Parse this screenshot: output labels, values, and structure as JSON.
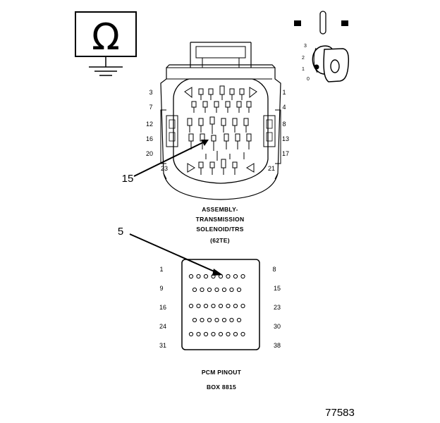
{
  "ohmmeter": {
    "symbol": "Ω",
    "icon": "ohmmeter-ground-icon"
  },
  "ignition": {
    "icon": "ignition-key-off-icon",
    "positions": [
      "3",
      "2",
      "1",
      "0"
    ]
  },
  "connector": {
    "pins_left": [
      "3",
      "7",
      "12",
      "16",
      "20",
      "23"
    ],
    "pins_right": [
      "1",
      "4",
      "8",
      "13",
      "17",
      "21"
    ],
    "callout": "15",
    "label_lines": [
      "ASSEMBLY-",
      "TRANSMISSION",
      "SOLENOID/TRS",
      "(62TE)"
    ]
  },
  "pcm": {
    "pins_left": [
      "1",
      "9",
      "16",
      "24",
      "31"
    ],
    "pins_right": [
      "8",
      "15",
      "23",
      "30",
      "38"
    ],
    "callout": "5",
    "label_lines": [
      "PCM PINOUT",
      "BOX 8815"
    ]
  },
  "figure_number": "77583"
}
